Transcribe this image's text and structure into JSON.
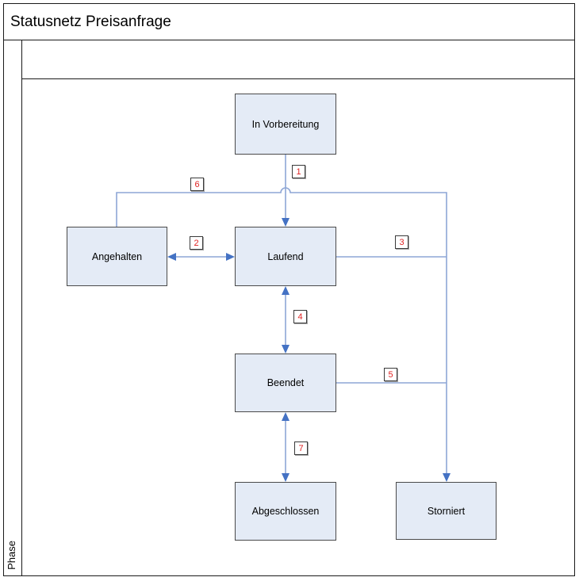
{
  "title": "Statusnetz Preisanfrage",
  "lane_label": "Phase",
  "colors": {
    "state_fill": "#e4ebf6",
    "state_border": "#4a4a4a",
    "connector_line": "#8ea6d6",
    "arrowhead": "#4472c4",
    "transition_number": "#e02222",
    "frame_border": "#1a1a1a"
  },
  "states": [
    {
      "id": "in-vorbereitung",
      "label": "In Vorbereitung"
    },
    {
      "id": "angehalten",
      "label": "Angehalten"
    },
    {
      "id": "laufend",
      "label": "Laufend"
    },
    {
      "id": "beendet",
      "label": "Beendet"
    },
    {
      "id": "abgeschlossen",
      "label": "Abgeschlossen"
    },
    {
      "id": "storniert",
      "label": "Storniert"
    }
  ],
  "transitions": [
    {
      "number": "1",
      "from": "In Vorbereitung",
      "to": "Laufend",
      "bidirectional": false
    },
    {
      "number": "2",
      "from": "Angehalten",
      "to": "Laufend",
      "bidirectional": true
    },
    {
      "number": "3",
      "from": "Laufend",
      "to": "Storniert",
      "bidirectional": false
    },
    {
      "number": "4",
      "from": "Laufend",
      "to": "Beendet",
      "bidirectional": true
    },
    {
      "number": "5",
      "from": "Beendet",
      "to": "Storniert",
      "bidirectional": false
    },
    {
      "number": "6",
      "from": "Angehalten",
      "to": "Storniert",
      "bidirectional": false
    },
    {
      "number": "7",
      "from": "Beendet",
      "to": "Abgeschlossen",
      "bidirectional": true
    }
  ]
}
